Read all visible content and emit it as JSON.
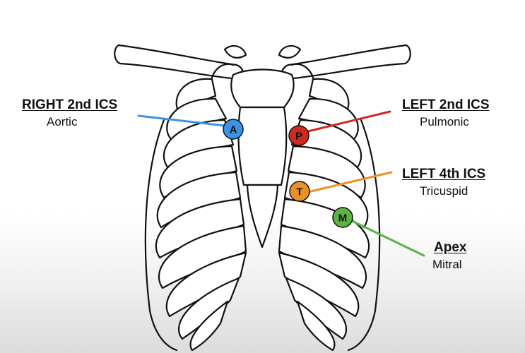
{
  "labels": {
    "right_2nd_ics": {
      "title": "RIGHT 2nd ICS",
      "subtitle": "Aortic"
    },
    "left_2nd_ics": {
      "title": "LEFT 2nd ICS",
      "subtitle": "Pulmonic"
    },
    "left_4th_ics": {
      "title": "LEFT 4th ICS",
      "subtitle": "Tricuspid"
    },
    "apex": {
      "title": "Apex",
      "subtitle": "Mitral"
    }
  },
  "markers": {
    "aortic": {
      "letter": "A",
      "color": "#3a93e6",
      "text_color": "#111111"
    },
    "pulmonic": {
      "letter": "P",
      "color": "#d2281e",
      "text_color": "#111111"
    },
    "tricuspid": {
      "letter": "T",
      "color": "#ea9125",
      "text_color": "#111111"
    },
    "mitral": {
      "letter": "M",
      "color": "#5bb344",
      "text_color": "#111111"
    }
  },
  "colors": {
    "outline": "#111111",
    "bone_fill": "#ffffff"
  }
}
